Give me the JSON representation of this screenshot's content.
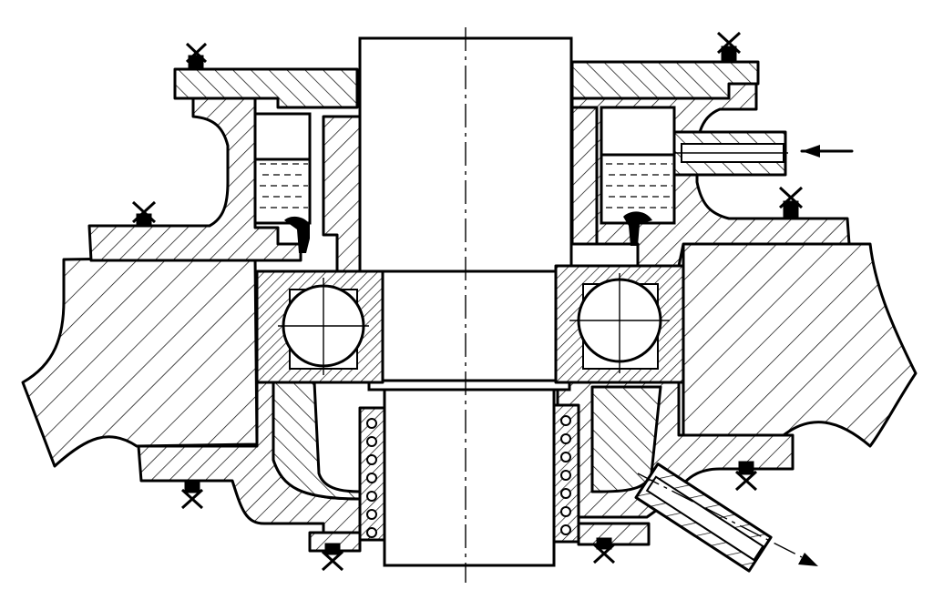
{
  "drawing": {
    "title": "",
    "colors": {
      "ink": "#000000",
      "paper": "#ffffff"
    },
    "parts": [
      "shaft",
      "housing-left",
      "housing-right",
      "top-cap-left",
      "top-cap-right",
      "oil-reservoir-left",
      "oil-reservoir-right",
      "ball-bearing-left",
      "ball-bearing-right",
      "spring-left",
      "spring-right",
      "inlet-pipe",
      "outlet-pipe",
      "screw-top-left",
      "screw-top-right",
      "screw-mid-left",
      "screw-mid-right",
      "screw-bottom-left",
      "screw-bottom-right",
      "screw-foot-left",
      "screw-foot-right",
      "flow-arrow-in",
      "flow-arrow-out"
    ]
  }
}
